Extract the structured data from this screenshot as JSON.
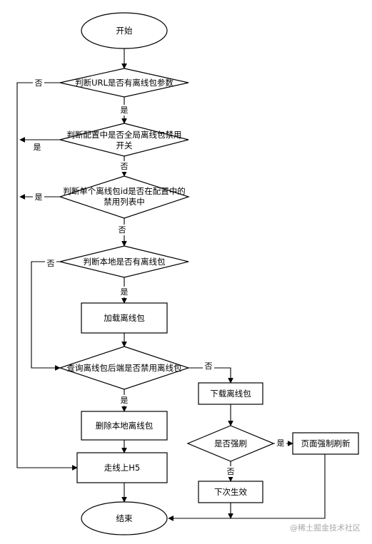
{
  "nodes": {
    "start": "开始",
    "check_url": "判断URL是否有离线包参数",
    "check_global_1": "判断配置中是否全局离线包禁用",
    "check_global_2": "开关",
    "check_single_1": "判断单个离线包id是否在配置中的",
    "check_single_2": "禁用列表中",
    "check_local": "判断本地是否有离线包",
    "load_pkg": "加载离线包",
    "query_backend": "查询离线包后端是否禁用离线包",
    "download_pkg": "下载离线包",
    "delete_local": "删除本地离线包",
    "force_refresh_q": "是否强刷",
    "page_force_refresh": "页面强制刷新",
    "go_h5": "走线上H5",
    "next_effect": "下次生效",
    "end": "结束"
  },
  "edge_labels": {
    "url_no": "否",
    "url_yes": "是",
    "global_yes": "是",
    "global_no": "否",
    "single_yes": "是",
    "single_no": "否",
    "local_no": "否",
    "local_yes": "是",
    "backend_no": "否",
    "backend_yes": "是",
    "force_yes": "是",
    "force_no": "否"
  },
  "watermark": "@稀土掘金技术社区"
}
